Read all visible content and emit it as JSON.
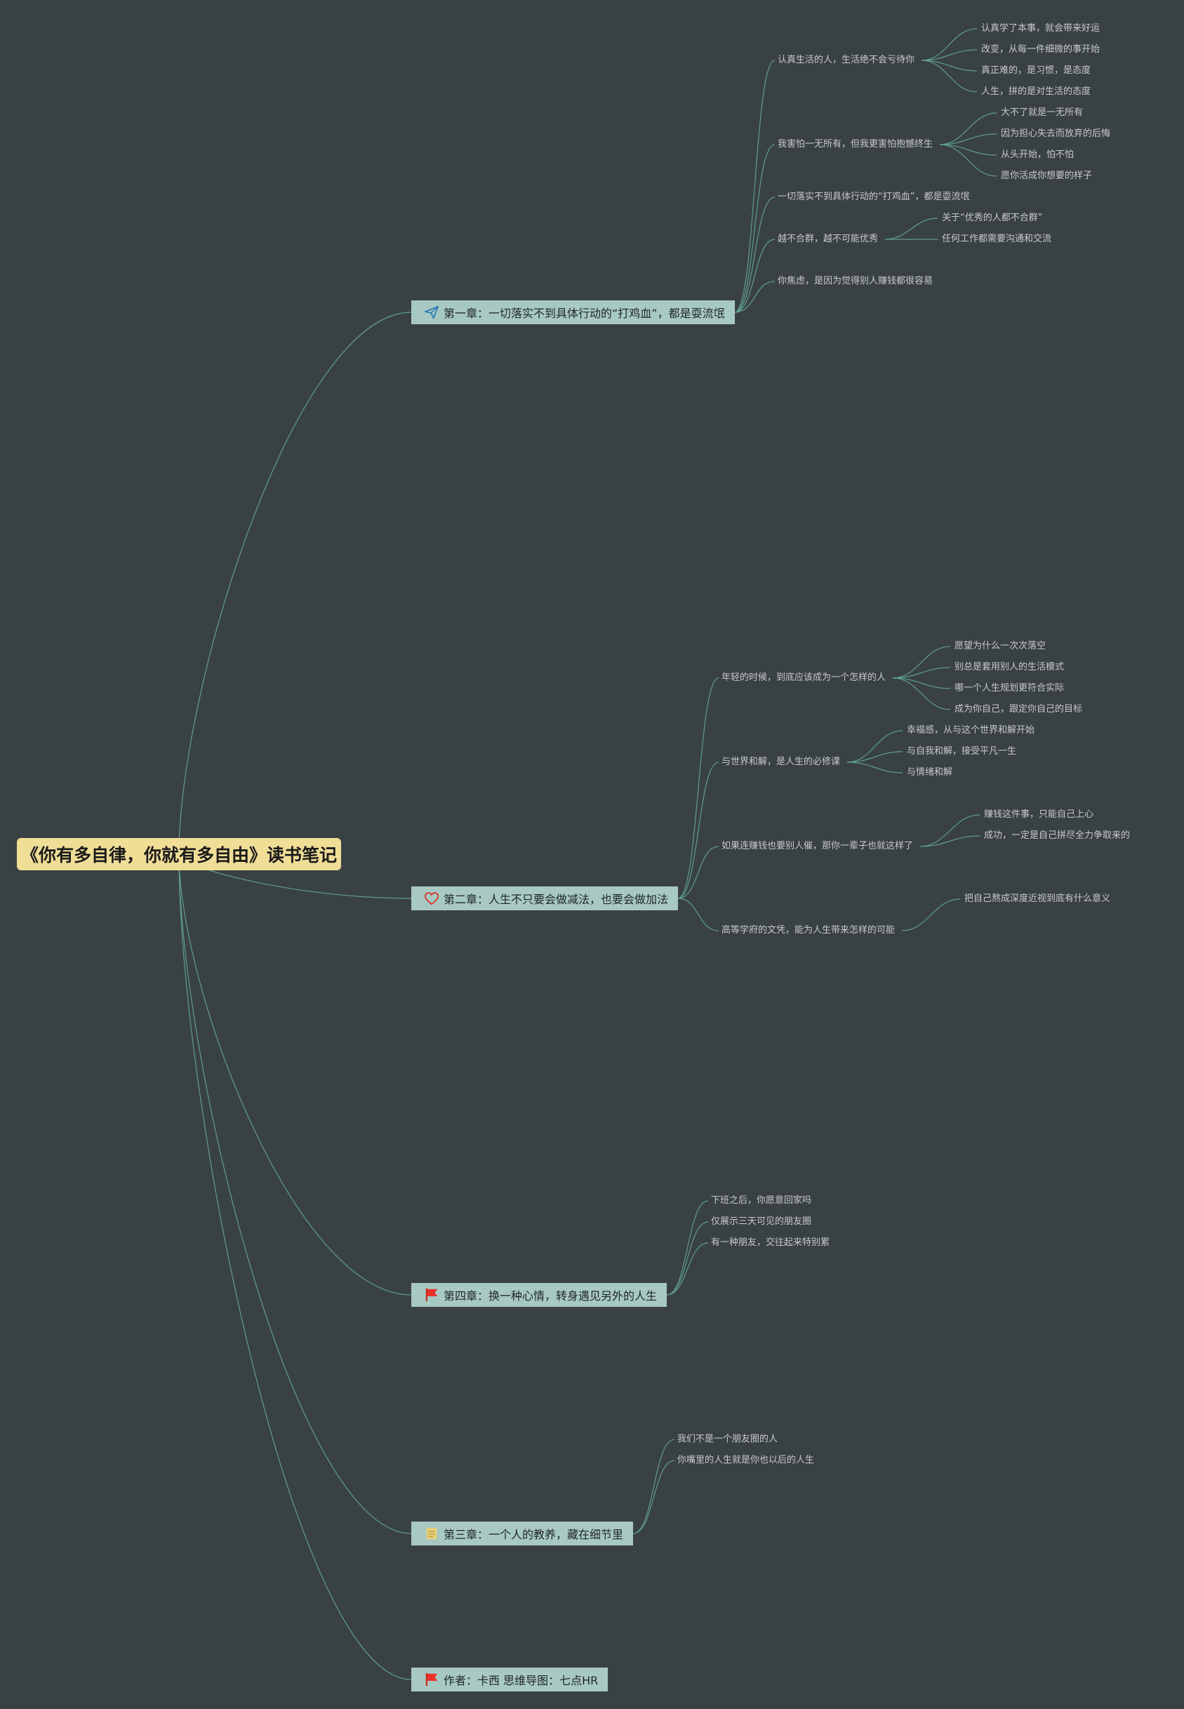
{
  "root": {
    "title": "《你有多自律，你就有多自由》读书笔记"
  },
  "chapters": [
    {
      "label": "第一章：一切落实不到具体行动的“打鸡血”，都是耍流氓",
      "icon": "paper-plane-icon",
      "children": [
        {
          "label": "认真生活的人，生活绝不会亏待你",
          "children": [
            {
              "label": "认真学了本事，就会带来好运"
            },
            {
              "label": "改变，从每一件细微的事开始"
            },
            {
              "label": "真正难的，是习惯，是态度"
            },
            {
              "label": "人生，拼的是对生活的态度"
            }
          ]
        },
        {
          "label": "我害怕一无所有，但我更害怕抱憾终生",
          "children": [
            {
              "label": "大不了就是一无所有"
            },
            {
              "label": "因为担心失去而放弃的后悔"
            },
            {
              "label": "从头开始，怕不怕"
            },
            {
              "label": "愿你活成你想要的样子"
            }
          ]
        },
        {
          "label": "一切落实不到具体行动的“打鸡血”，都是耍流氓"
        },
        {
          "label": "越不合群，越不可能优秀",
          "children": [
            {
              "label": "关于“优秀的人都不合群”"
            },
            {
              "label": "任何工作都需要沟通和交流"
            }
          ]
        },
        {
          "label": "你焦虑，是因为觉得别人赚钱都很容易"
        }
      ]
    },
    {
      "label": "第二章：人生不只要会做减法，也要会做加法",
      "icon": "heart-icon",
      "children": [
        {
          "label": "年轻的时候，到底应该成为一个怎样的人",
          "children": [
            {
              "label": "愿望为什么一次次落空"
            },
            {
              "label": "别总是套用别人的生活模式"
            },
            {
              "label": "哪一个人生规划更符合实际"
            },
            {
              "label": "成为你自己，跟定你自己的目标"
            }
          ]
        },
        {
          "label": "与世界和解，是人生的必修课",
          "children": [
            {
              "label": "幸福感，从与这个世界和解开始"
            },
            {
              "label": "与自我和解，接受平凡一生"
            },
            {
              "label": "与情绪和解"
            }
          ]
        },
        {
          "label": "如果连赚钱也要别人催，那你一辈子也就这样了",
          "children": [
            {
              "label": "赚钱这件事，只能自己上心"
            },
            {
              "label": "成功，一定是自己拼尽全力争取来的"
            }
          ]
        },
        {
          "label": "高等学府的文凭，能为人生带来怎样的可能",
          "children": [
            {
              "label": "把自己熬成深度近视到底有什么意义"
            }
          ]
        }
      ]
    },
    {
      "label": "第四章：换一种心情，转身遇见另外的人生",
      "icon": "red-flag-icon",
      "children": [
        {
          "label": "下班之后，你愿意回家吗"
        },
        {
          "label": "仅展示三天可见的朋友圈"
        },
        {
          "label": "有一种朋友，交往起来特别累"
        }
      ]
    },
    {
      "label": "第三章：一个人的教养，藏在细节里",
      "icon": "note-icon",
      "children": [
        {
          "label": "我们不是一个朋友圈的人"
        },
        {
          "label": "你嘴里的人生就是你也以后的人生"
        }
      ]
    },
    {
      "label": "作者：卡西 思维导图：七点HR",
      "icon": "red-flag-icon",
      "children": []
    }
  ],
  "colors": {
    "background": "#3a4144",
    "root_fill": "#f0dd96",
    "chapter_fill": "#a8c9c3",
    "edge": "#5e9e8c",
    "leaf_text": "#c6cbc9"
  }
}
